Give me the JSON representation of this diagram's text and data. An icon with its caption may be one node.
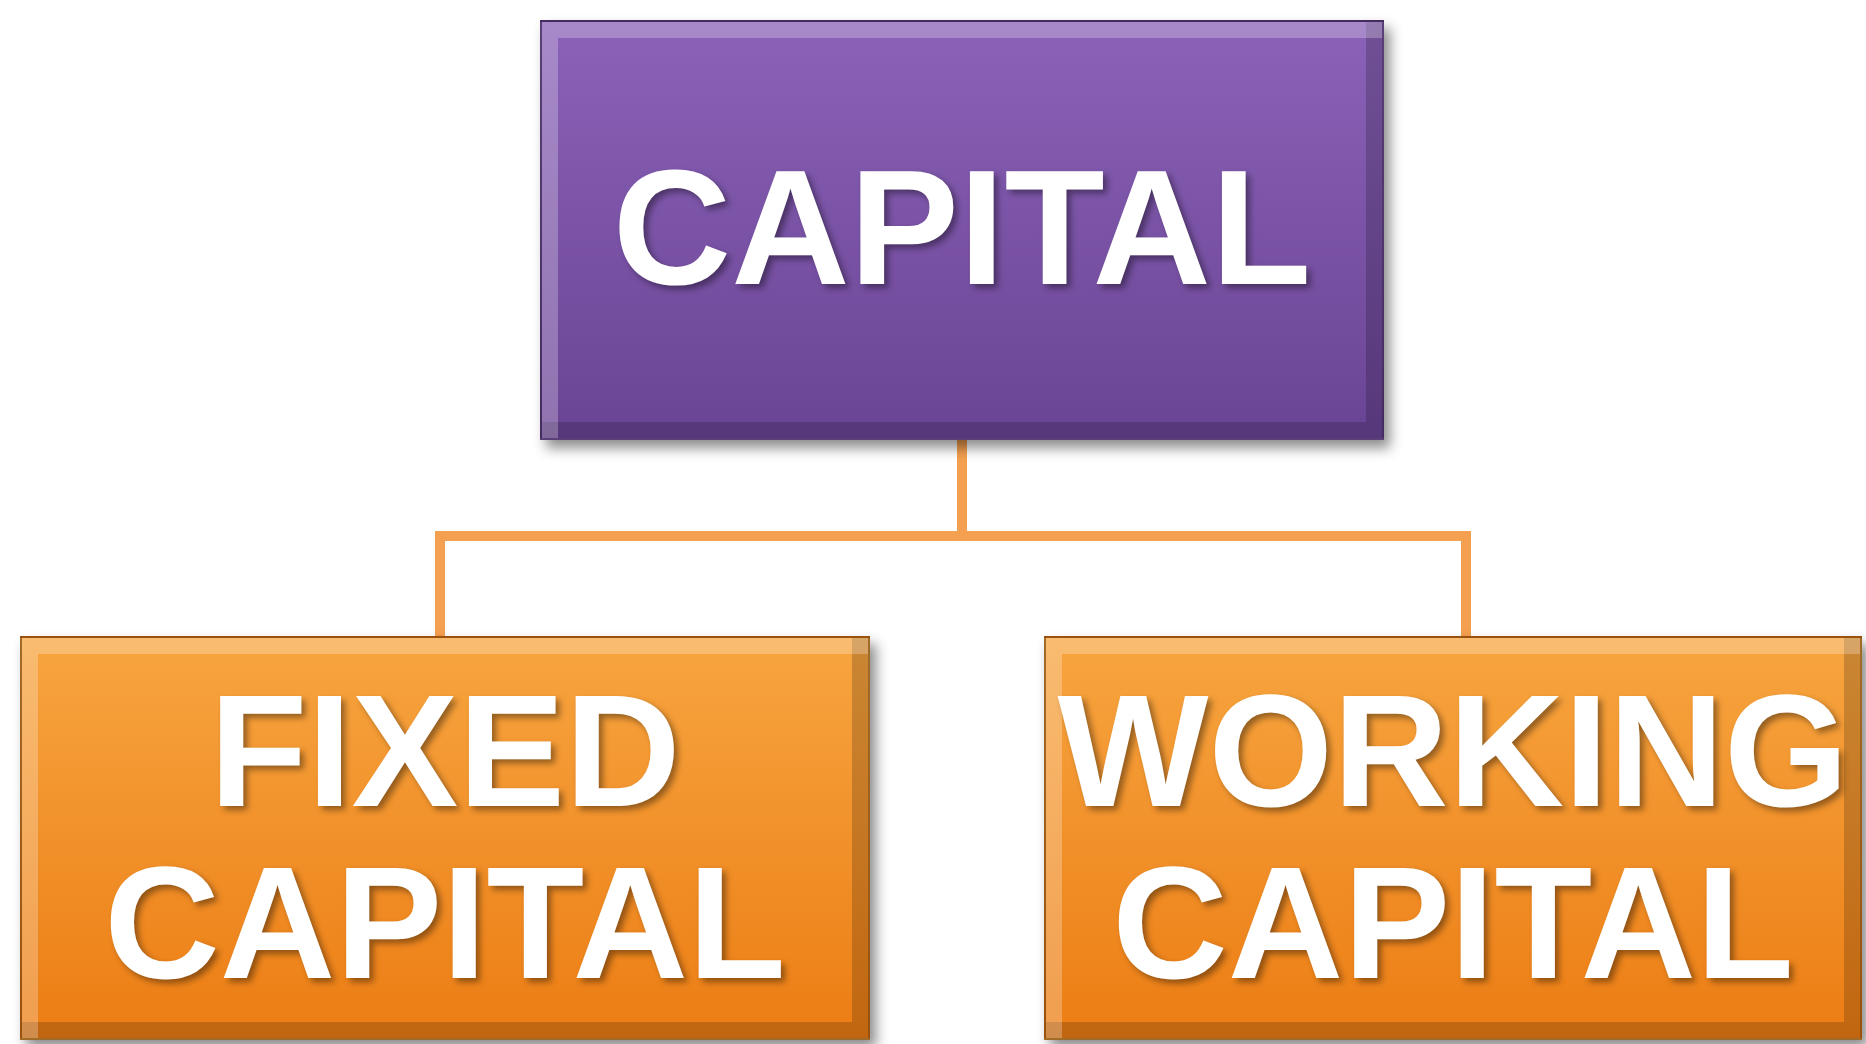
{
  "diagram": {
    "nodes": [
      {
        "text": [
          "CAPITAL"
        ]
      },
      {
        "text": [
          "FIXED CAPITAL"
        ]
      },
      {
        "text": [
          "WORKING CAPITAL"
        ]
      }
    ],
    "edges": [
      {
        "from": 0,
        "to": 1,
        "arrow": "none"
      },
      {
        "from": 0,
        "to": 2,
        "arrow": "none"
      }
    ]
  }
}
